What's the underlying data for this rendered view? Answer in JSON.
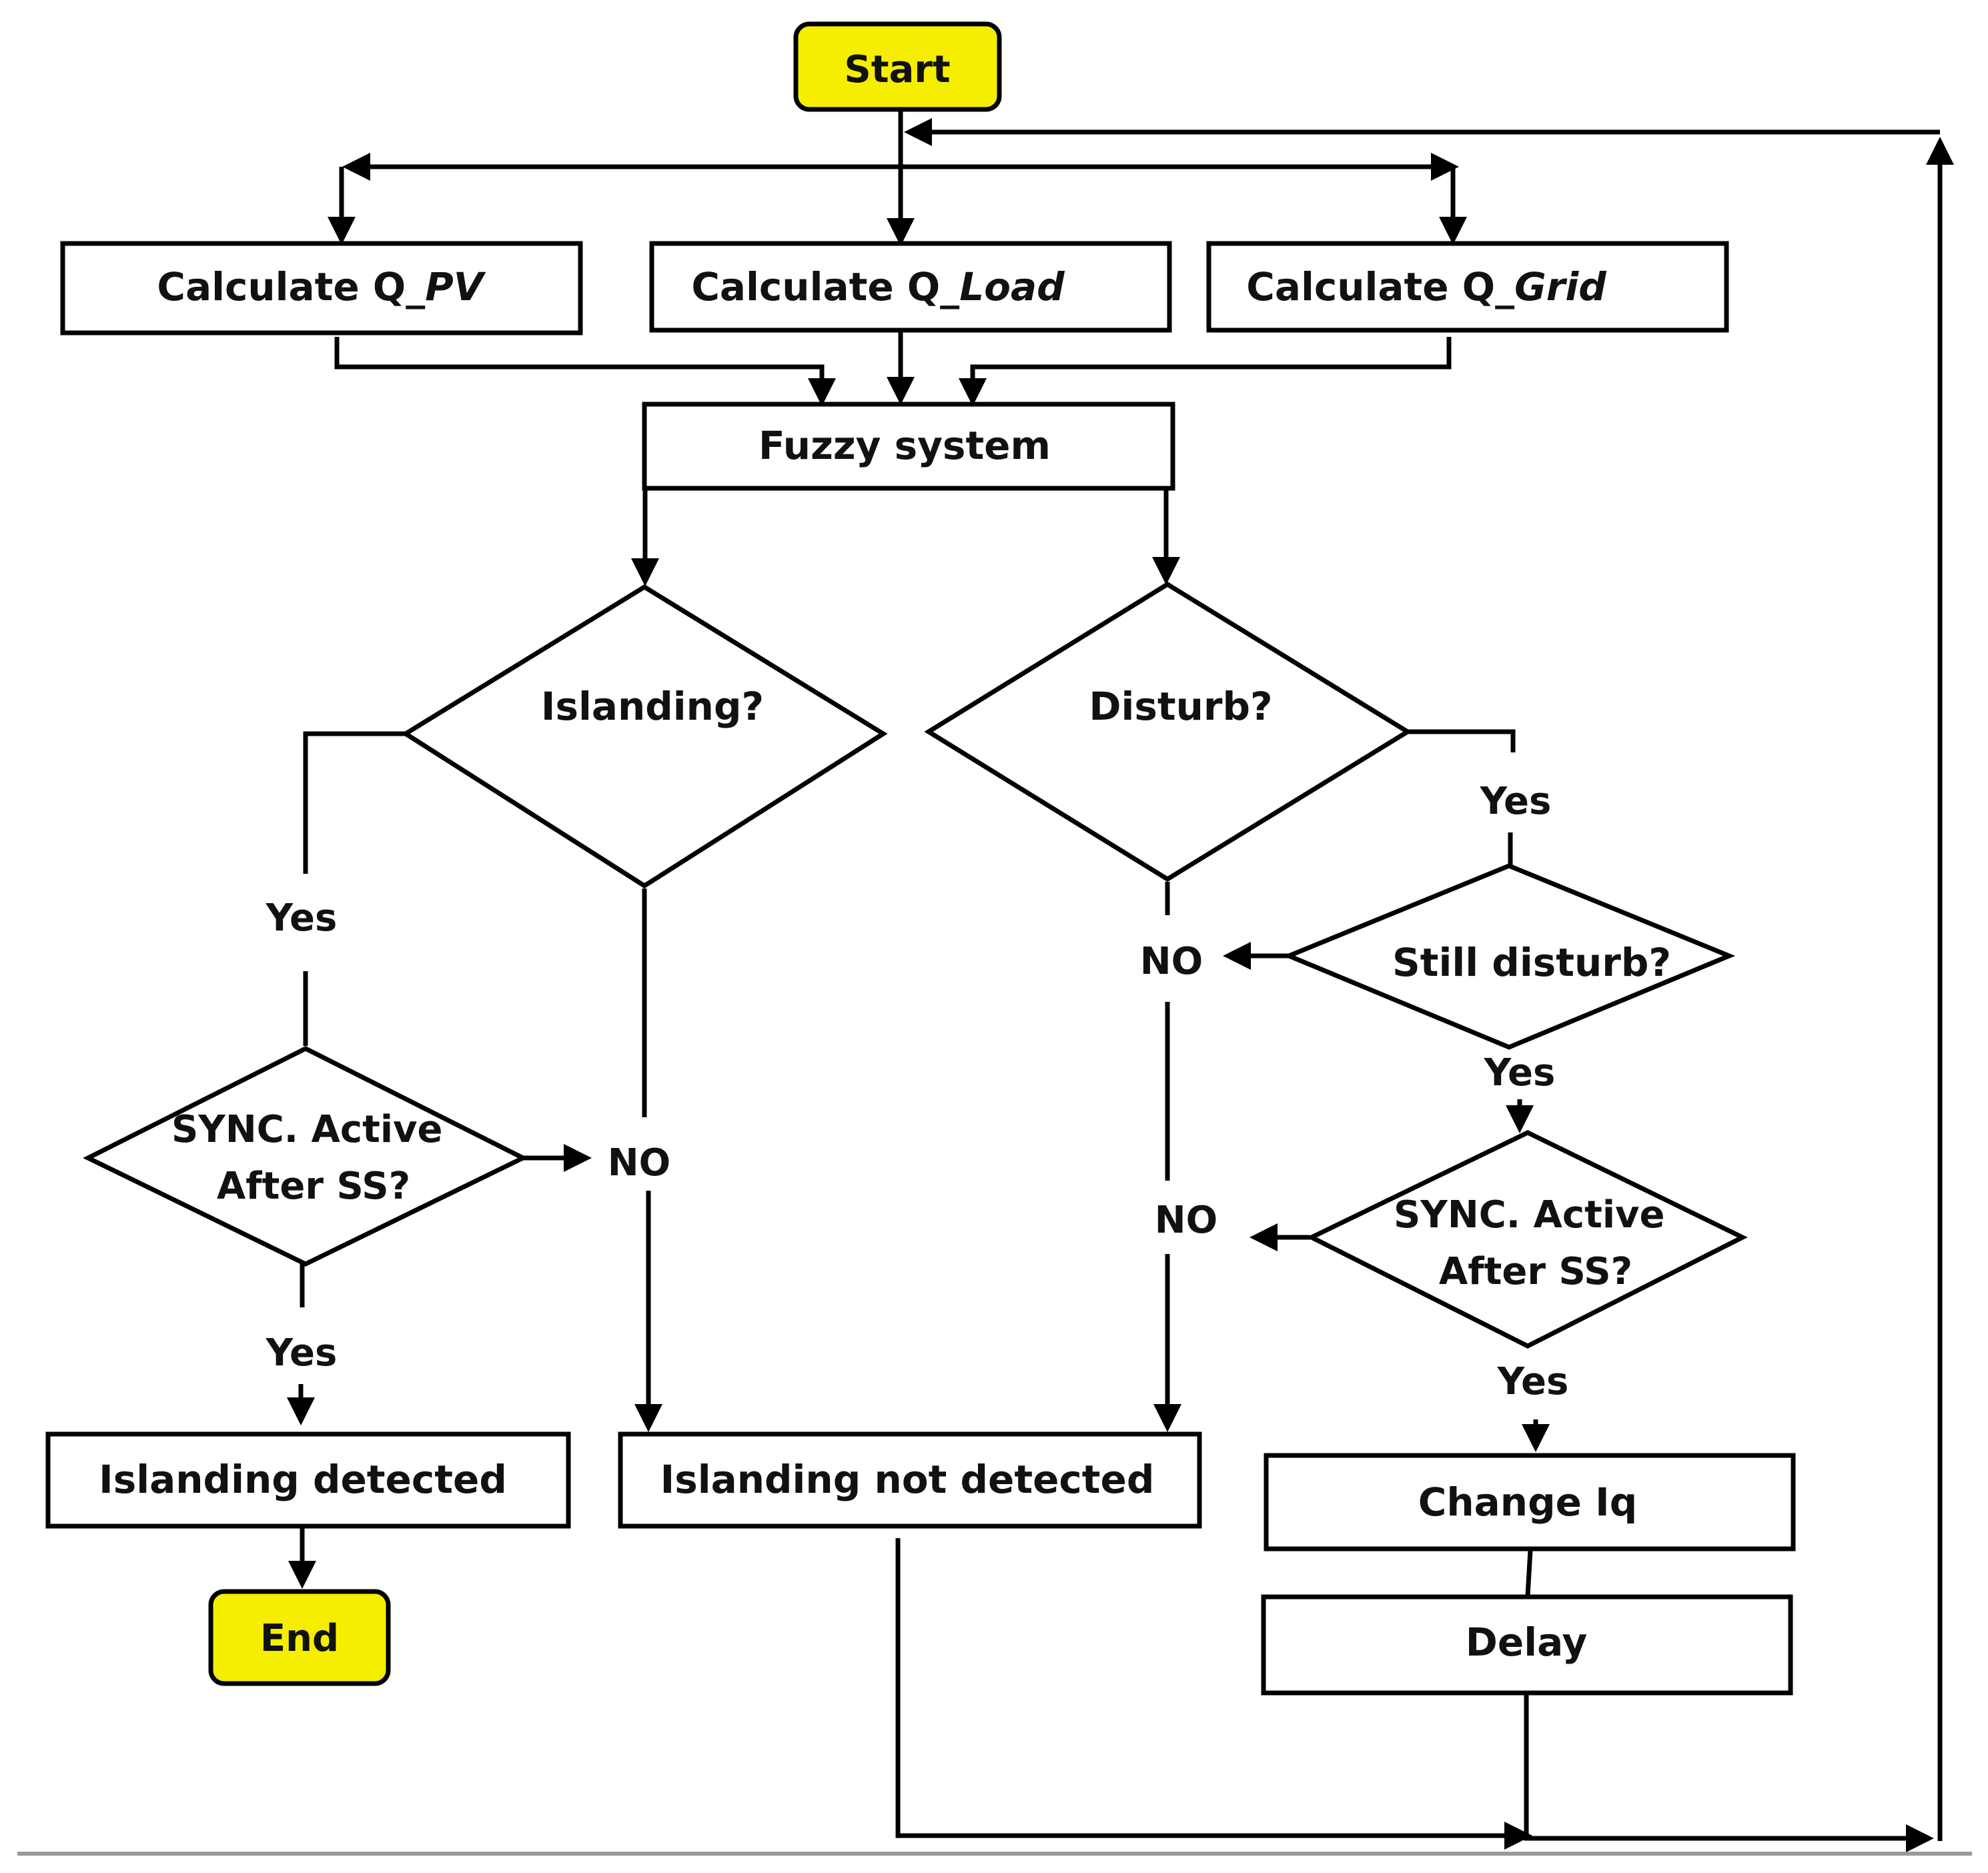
{
  "colors": {
    "terminal_fill": "#f5ee00",
    "stroke": "#000000",
    "text": "#111111",
    "background": "#ffffff"
  },
  "nodes": {
    "start": "Start",
    "calc_pv": {
      "prefix": "Calculate Q_",
      "var": "PV"
    },
    "calc_load": {
      "prefix": "Calculate Q_",
      "var": "Load"
    },
    "calc_grid": {
      "prefix": "Calculate Q_",
      "var": "Grid"
    },
    "fuzzy": "Fuzzy system",
    "islanding_q": "Islanding?",
    "disturb_q": "Disturb?",
    "still_disturb_q": "Still disturb?",
    "sync_left": {
      "line1": "SYNC. Active",
      "line2": "After SS?"
    },
    "sync_right": {
      "line1": "SYNC. Active",
      "line2": "After SS?"
    },
    "islanding_detected": "Islanding detected",
    "islanding_not_detected": "Islanding not detected",
    "change_iq": "Change Iq",
    "delay": "Delay",
    "end": "End"
  },
  "edge_labels": {
    "islanding_yes": "Yes",
    "sync_left_yes": "Yes",
    "sync_left_no": "NO",
    "disturb_yes": "Yes",
    "disturb_no": "NO",
    "still_disturb_yes": "Yes",
    "sync_right_no": "NO",
    "sync_right_yes": "Yes"
  }
}
